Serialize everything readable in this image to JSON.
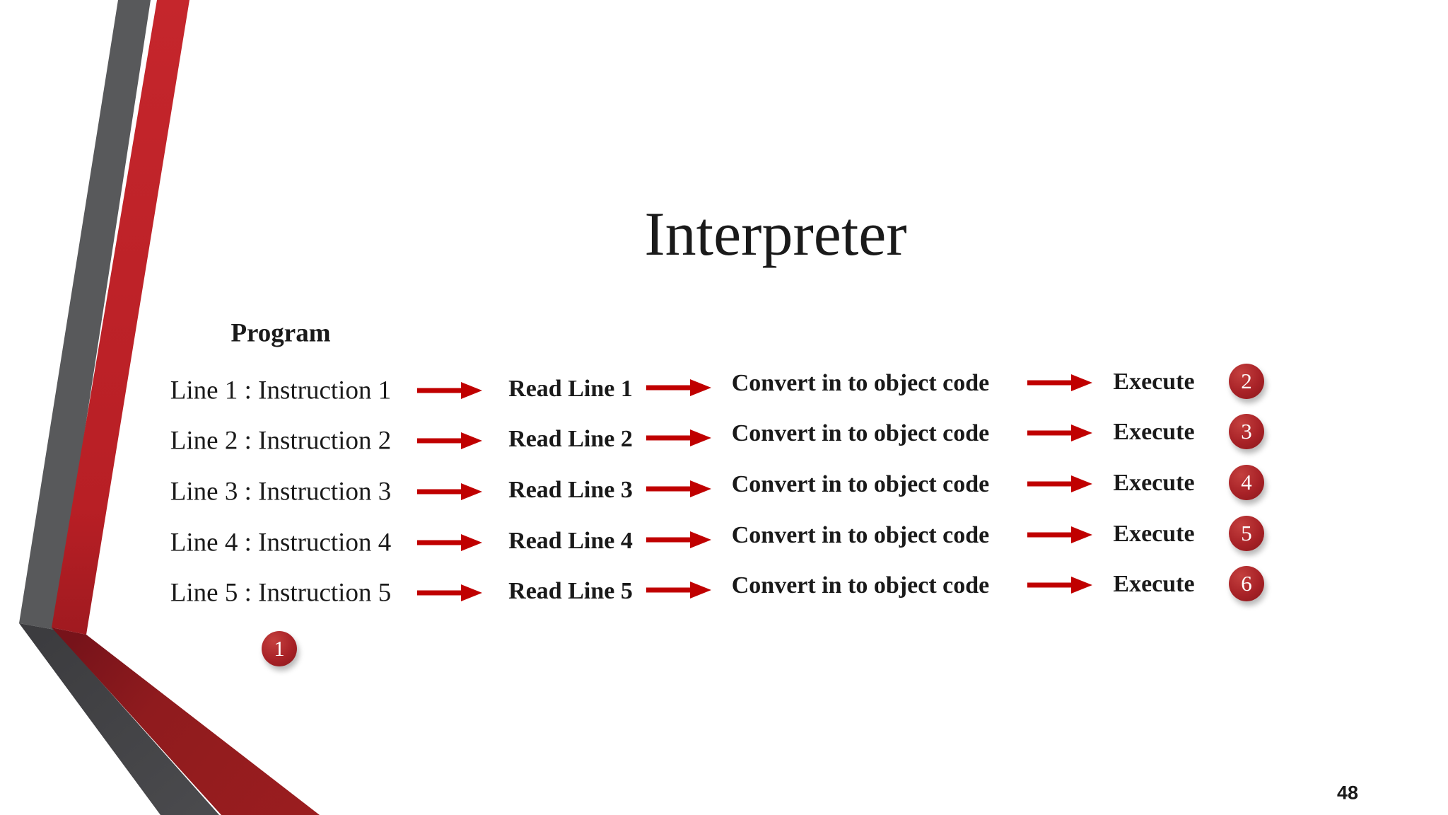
{
  "slide": {
    "title": "Interpreter",
    "page_number": "48"
  },
  "program": {
    "label": "Program",
    "step_badge": "1"
  },
  "rows": [
    {
      "line": "Line 1 : Instruction 1",
      "read": "Read Line 1",
      "convert": "Convert in to object code",
      "execute": "Execute",
      "step_badge": "2"
    },
    {
      "line": "Line 2 : Instruction 2",
      "read": "Read Line 2",
      "convert": "Convert in to object code",
      "execute": "Execute",
      "step_badge": "3"
    },
    {
      "line": "Line 3 : Instruction 3",
      "read": "Read Line 3",
      "convert": "Convert in to object code",
      "execute": "Execute",
      "step_badge": "4"
    },
    {
      "line": "Line 4 : Instruction 4",
      "read": "Read Line 4",
      "convert": "Convert in to object code",
      "execute": "Execute",
      "step_badge": "5"
    },
    {
      "line": "Line 5 : Instruction 5",
      "read": "Read Line 5",
      "convert": "Convert in to object code",
      "execute": "Execute",
      "step_badge": "6"
    }
  ],
  "icons": {
    "arrow": "arrow-right-icon"
  },
  "colors": {
    "arrow_red": "#C00000",
    "badge_red": "#A82227",
    "ribbon_red_top": "#C5262C",
    "ribbon_red_bottom": "#8F1B1E",
    "ribbon_gray_top": "#58595B",
    "ribbon_gray_bottom": "#454548",
    "text": "#1A1A1A"
  }
}
